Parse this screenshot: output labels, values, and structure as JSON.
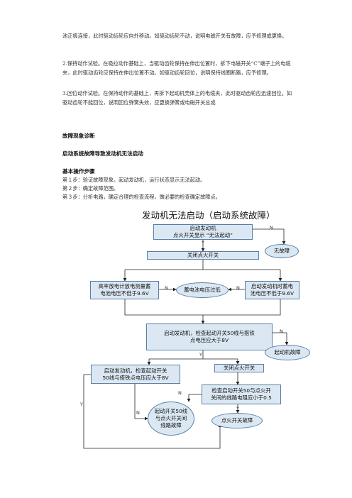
{
  "paragraphs": [
    "池正极连接，此时驱动齿轮应向外移动。如驱动齿轮不动，说明电磁开关有故障，应予修理或更换。",
    "2.保持动作试验。在吸拉动作基础上，当驱动齿轮保持在伸出位置时，拆下电磁开关“C”端子上的电缆夹，此时驱动齿轮应保持在伸出位置不动。如驱动齿轮回位，说明保持线圈断路，应予修理。",
    "3.回位动作试验。在保持动作的基础上，再拆下起动机壳体上的电缆夹，此时驱动齿轮应迅速回位。如驱动齿轮不能回位，说明回位弹簧失效，应更换弹簧或电磁开关总成"
  ],
  "headings": {
    "h1": "故障现象诊断",
    "h2": "启动系统故障导致发动机无法启动",
    "h3": "基本操作步骤"
  },
  "steps": [
    "第１步：验证故障现象。起动发动机，运行状态显示无法起动。",
    "第２步：确定故障范围。",
    "第３步：分析电路，确定合理的检查流程，做必要的检查确定故障点。"
  ],
  "flowchart": {
    "title": "发动机无法启动（启动系统故障）",
    "nodes": {
      "start": "启动发动机\n点火开关显示 “无法起动”",
      "no_fault": "无故障",
      "ignition_off": "关闭点火开关",
      "discharge_test": "高率放电计放电测量蓄\n电池电压不低于9.6V",
      "battery_low": "蓄电池电压过低",
      "start_voltage": "启动发动机时蓄电\n池电压不低于9.6V",
      "check_50": "启动发动机，检查起动开关50线与搭铁\n点电压应大于8V",
      "starter_fault": "起动机故障",
      "check_50_b": "启动发动机，检查起动开关\n50线与搭铁点电压应大于8V",
      "ignition_off_2": "关闭点火开关",
      "check_resistance": "检查启动开关50与点火开\n关间的线路电阻应小于0.5",
      "line_fault": "起动开关50线\n与点火开关间\n线路故障",
      "ignition_fault": "点火开关故障"
    },
    "labels": {
      "yes": "Y",
      "no": "N"
    }
  }
}
